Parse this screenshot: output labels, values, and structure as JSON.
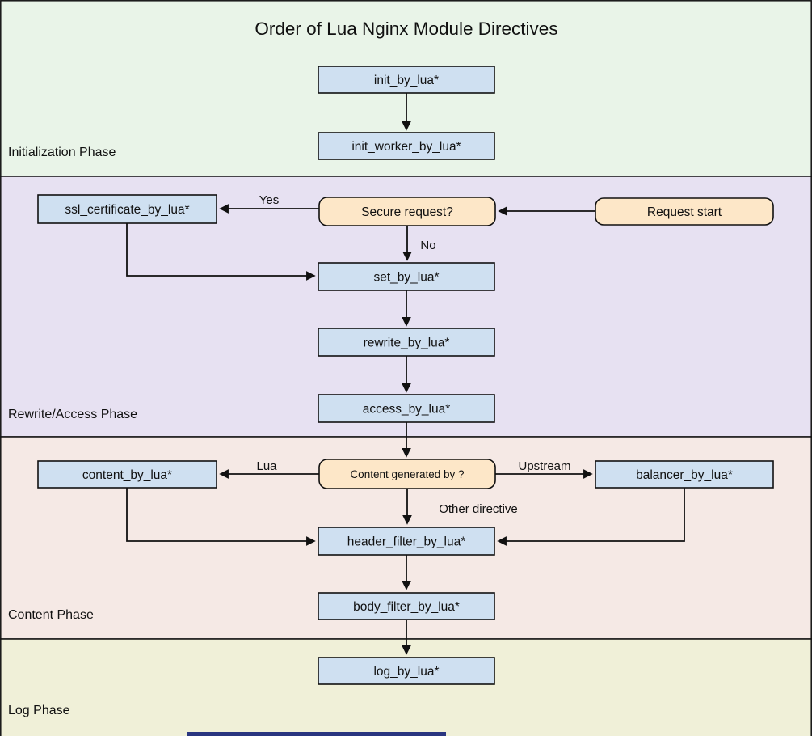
{
  "title": "Order of Lua Nginx Module Directives",
  "colors": {
    "phase_init_bg": "#e9f4e8",
    "phase_rewrite_bg": "#e7e1f2",
    "phase_content_bg": "#f5e9e5",
    "phase_log_bg": "#f0f0d8",
    "process_fill": "#cfe0f1",
    "decision_fill": "#fde7c8",
    "border": "#111111",
    "arrow": "#111111",
    "scrollbar_thumb": "#2a3680"
  },
  "phases": {
    "initialization": "Initialization Phase",
    "rewrite_access": "Rewrite/Access Phase",
    "content": "Content Phase",
    "log": "Log Phase"
  },
  "nodes": {
    "init_by_lua": "init_by_lua*",
    "init_worker_by_lua": "init_worker_by_lua*",
    "ssl_certificate_by_lua": "ssl_certificate_by_lua*",
    "secure_request": "Secure request?",
    "request_start": "Request start",
    "set_by_lua": "set_by_lua*",
    "rewrite_by_lua": "rewrite_by_lua*",
    "access_by_lua": "access_by_lua*",
    "content_by_lua": "content_by_lua*",
    "content_generated_by": "Content generated by ?",
    "balancer_by_lua": "balancer_by_lua*",
    "header_filter_by_lua": "header_filter_by_lua*",
    "body_filter_by_lua": "body_filter_by_lua*",
    "log_by_lua": "log_by_lua*"
  },
  "edge_labels": {
    "yes": "Yes",
    "no": "No",
    "lua": "Lua",
    "upstream": "Upstream",
    "other_directive": "Other directive"
  }
}
